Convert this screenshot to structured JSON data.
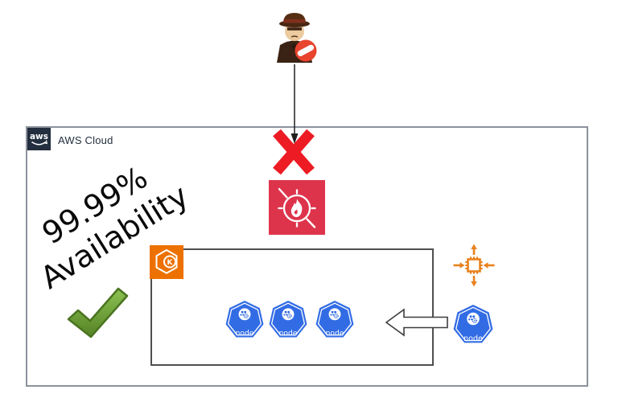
{
  "aws_cloud": {
    "logo_text": "aws",
    "label": "AWS Cloud"
  },
  "availability": {
    "line1": "99.99%",
    "line2": "Availability"
  },
  "eks": {
    "letter": "K"
  },
  "cluster_nodes": [
    {
      "label": "node"
    },
    {
      "label": "node"
    },
    {
      "label": "node"
    }
  ],
  "incoming_node": {
    "label": "node"
  },
  "icons": {
    "attacker": "spy-icon",
    "blocked_badge": "no-entry-icon",
    "denied": "red-x-icon",
    "firewall": "network-firewall-icon",
    "availability_check": "green-check-icon",
    "cluster": "eks-icon",
    "scaling": "auto-scaling-icon",
    "node": "kubernetes-node-icon",
    "scale_in": "left-block-arrow"
  },
  "colors": {
    "x_red": "#ED1B24",
    "firewall_red": "#DD344C",
    "eks_orange": "#ED7100",
    "scaling_orange": "#E8821E",
    "kubernetes_blue": "#326CE5",
    "aws_navy": "#232F3E",
    "outer_border_gray": "#8C919C",
    "inner_border_gray": "#4F4F4F",
    "check_green": "#6FA02C",
    "no_entry_red": "#E8442E"
  }
}
